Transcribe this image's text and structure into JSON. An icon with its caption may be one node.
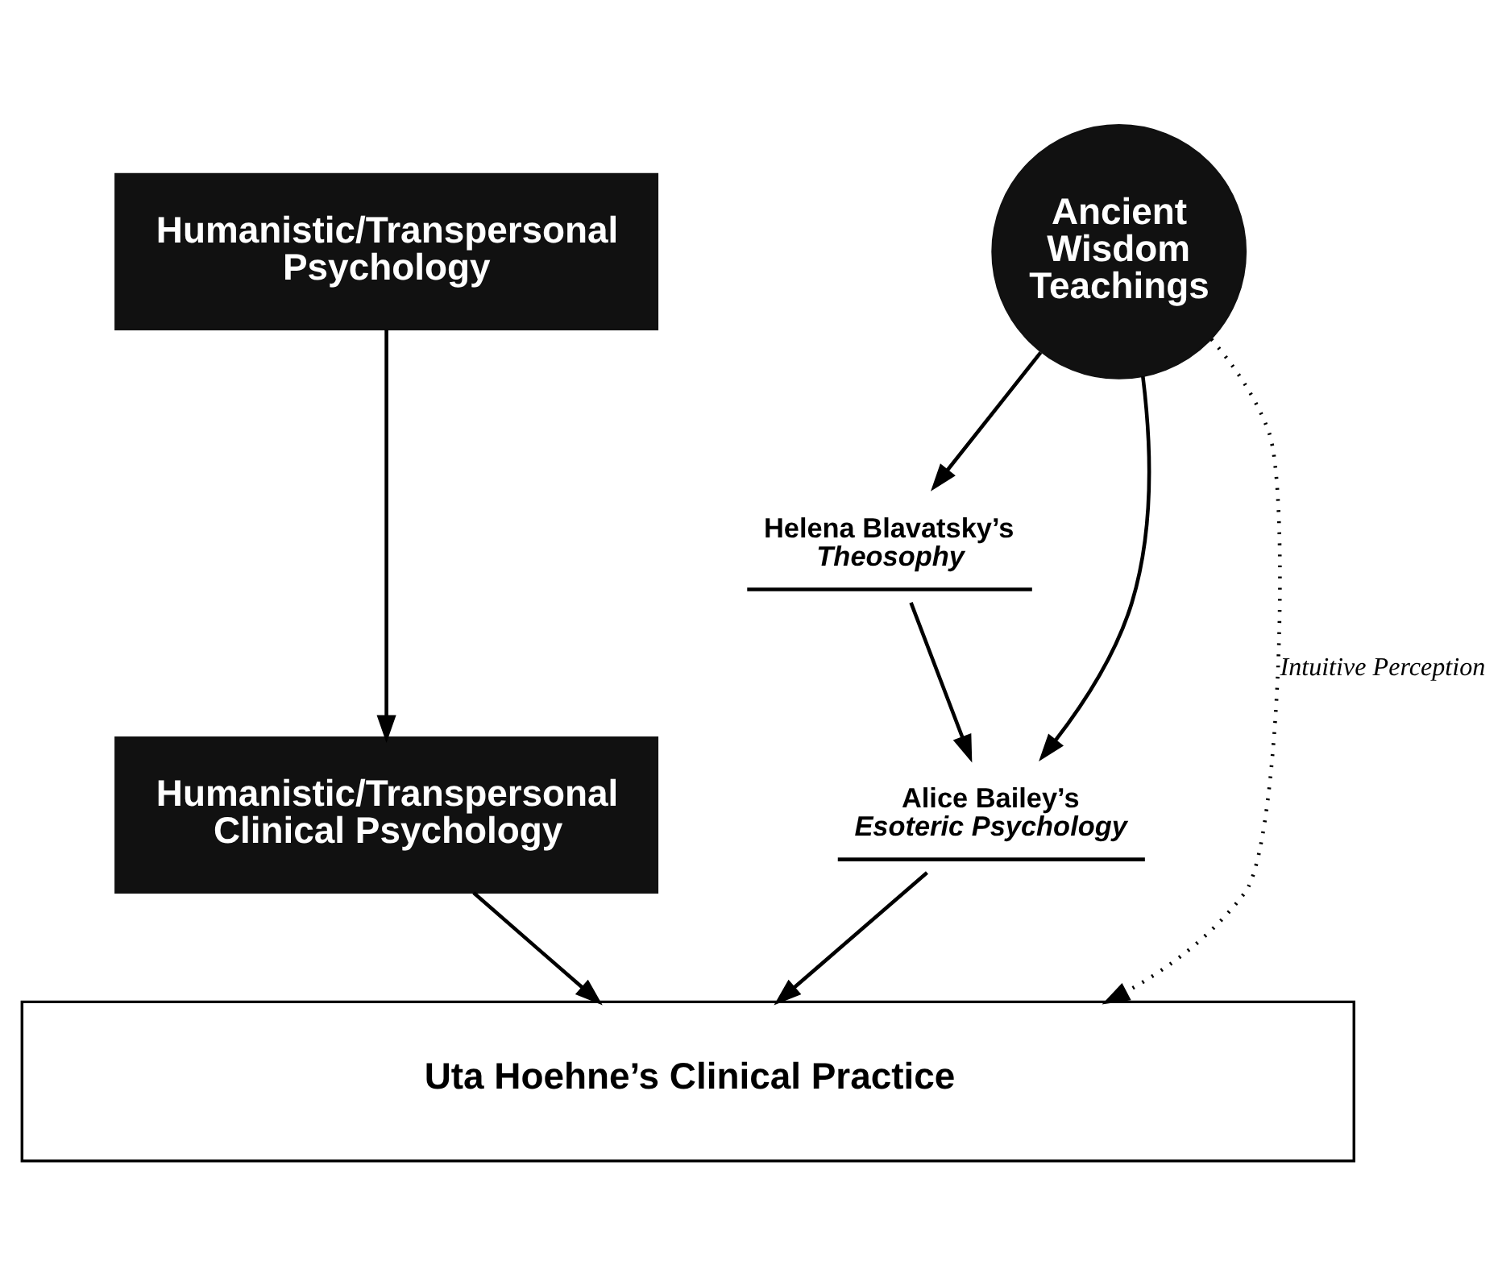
{
  "diagram": {
    "nodes": [
      {
        "text": [
          "Humanistic/Transpersonal Psychology"
        ]
      },
      {
        "text": [
          "Ancient Wisdom Teachings"
        ]
      },
      {
        "text": [
          "Helena Blavatsky’s *Theosophy*"
        ]
      },
      {
        "text": [
          "Humanistic/Transpersonal Clinical Psychology"
        ]
      },
      {
        "text": [
          "Alice Bailey’s *Esoteric Psychology*"
        ]
      },
      {
        "text": [
          "Uta Hoehne’s Clinical Practice"
        ]
      }
    ],
    "edges": [
      {
        "from": 0,
        "to": 3,
        "arrow": "to"
      },
      {
        "from": 1,
        "to": 2,
        "arrow": "to"
      },
      {
        "from": 1,
        "to": 4,
        "arrow": "to"
      },
      {
        "from": 2,
        "to": 4,
        "arrow": "to"
      },
      {
        "from": 1,
        "to": 5,
        "arrow": "to",
        "style": "dashed",
        "label": "Intuitive Perception"
      },
      {
        "from": 3,
        "to": 5,
        "arrow": "to"
      },
      {
        "from": 4,
        "to": 5,
        "arrow": "to"
      }
    ]
  }
}
